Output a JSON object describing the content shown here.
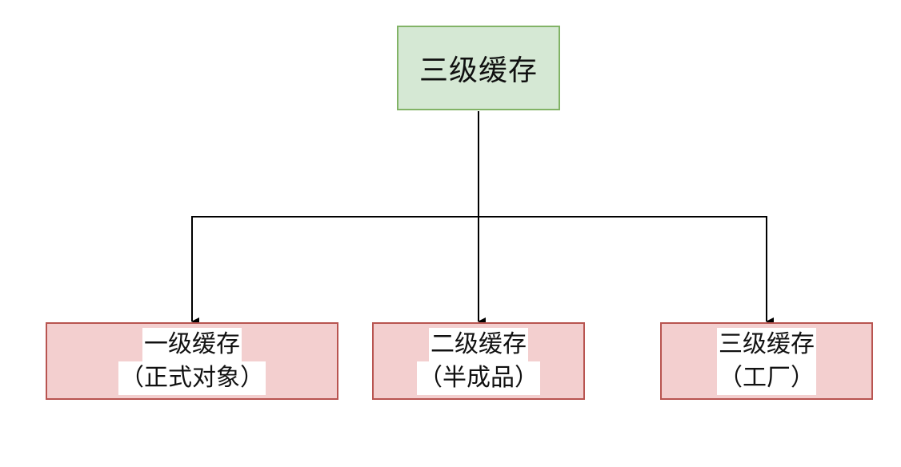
{
  "diagram": {
    "root": {
      "label": "三级缓存"
    },
    "children": [
      {
        "title": "一级缓存",
        "subtitle": "（正式对象）"
      },
      {
        "title": "二级缓存",
        "subtitle": "（半成品）"
      },
      {
        "title": "三级缓存",
        "subtitle": "（工厂）"
      }
    ]
  },
  "colors": {
    "root_fill": "#d5e8d4",
    "root_border": "#82b366",
    "child_fill": "#f3cfcf",
    "child_border": "#b85450",
    "connector": "#000000"
  }
}
